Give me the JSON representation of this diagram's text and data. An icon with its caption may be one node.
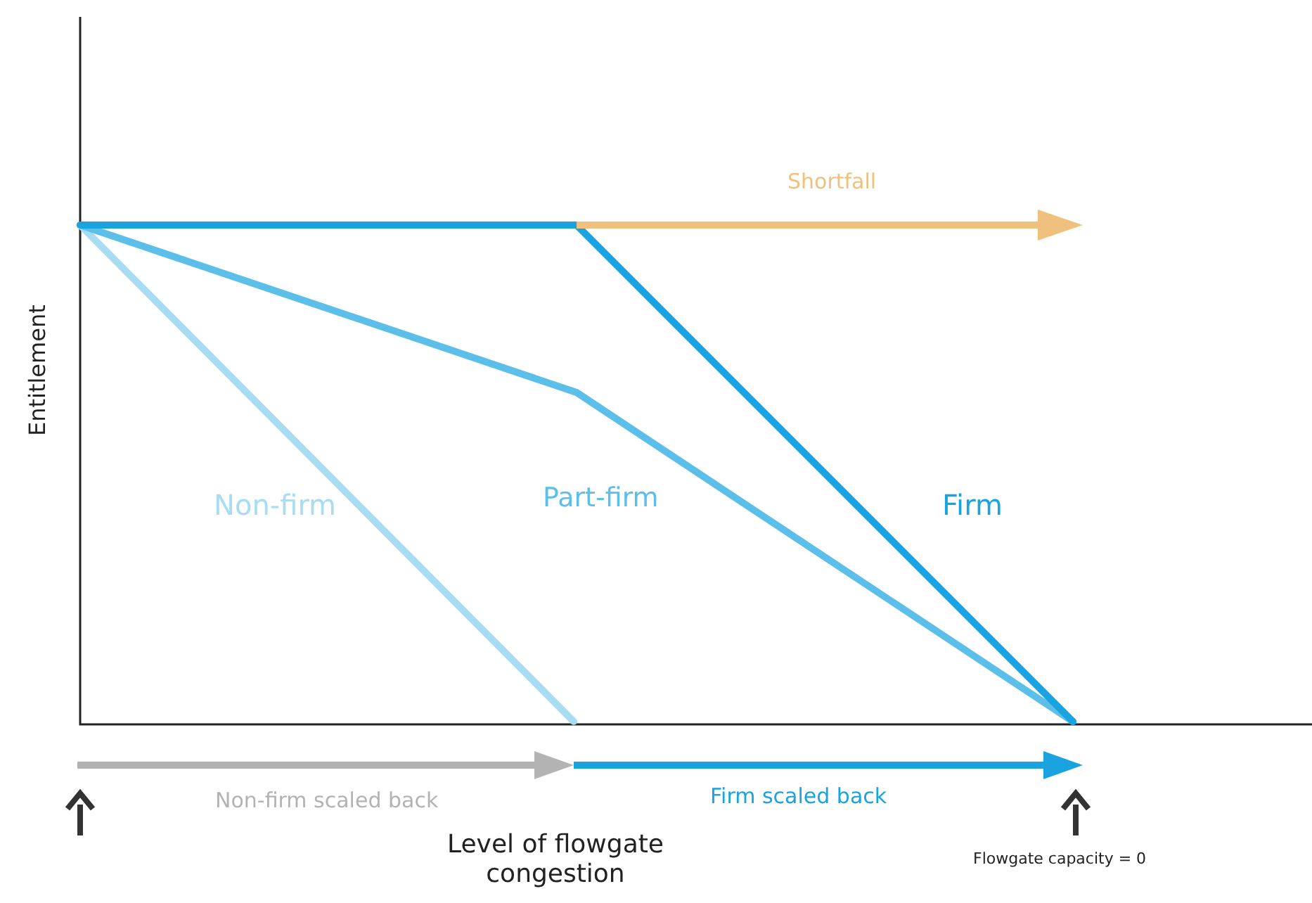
{
  "diagram": {
    "labels": [
      "Shortfall",
      "Entitlement",
      "Non-firm",
      "Part-firm",
      "Firm",
      "Non-firm scaled back",
      "Firm scaled back",
      "Level of flowgate congestion",
      "Flowgate capacity = 0"
    ]
  }
}
